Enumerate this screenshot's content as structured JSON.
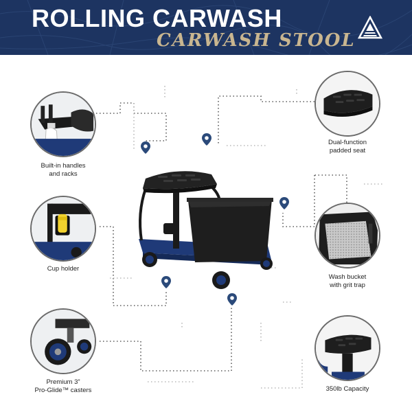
{
  "header": {
    "title": "ROLLING CARWASH",
    "subtitle": "CARWASH STOOL",
    "logo_icon": "brand-logo-icon"
  },
  "features": [
    {
      "id": "handles",
      "label_line1": "Built-in handles",
      "label_line2": "and racks",
      "icon": "tool-rack-icon"
    },
    {
      "id": "cup",
      "label_line1": "Cup holder",
      "label_line2": "",
      "icon": "cup-holder-icon"
    },
    {
      "id": "casters",
      "label_line1": "Premium 3”",
      "label_line2": "Pro-Glide™ casters",
      "icon": "caster-wheel-icon"
    },
    {
      "id": "seat",
      "label_line1": "Dual-function",
      "label_line2": "padded seat",
      "icon": "padded-seat-icon"
    },
    {
      "id": "bucket",
      "label_line1": "Wash bucket",
      "label_line2": "with grit trap",
      "icon": "grit-trap-icon"
    },
    {
      "id": "capacity",
      "label_line1": "350lb Capacity",
      "label_line2": "",
      "icon": "capacity-seat-icon"
    }
  ],
  "colors": {
    "header_bg": "#1d3461",
    "title": "#ffffff",
    "subtitle_gold": "#c9b690",
    "pin": "#2b4a7a",
    "product_blue": "#1f3a78",
    "product_black": "#1a1a1a"
  }
}
